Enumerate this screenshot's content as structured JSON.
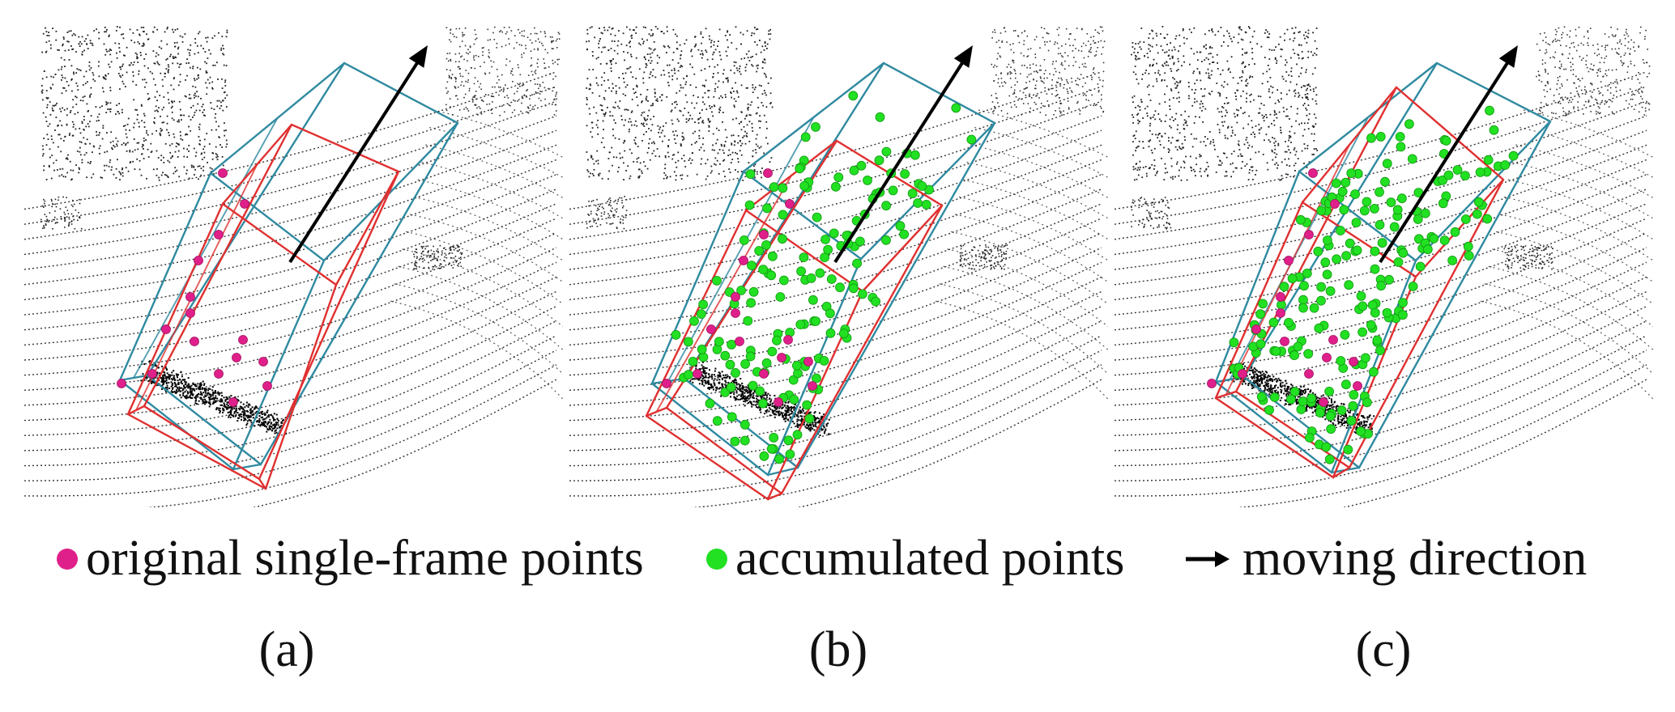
{
  "legend": {
    "original": {
      "label": "original single-frame points",
      "color": "#e0208a"
    },
    "accumulated": {
      "label": "accumulated points",
      "color": "#22e022"
    },
    "direction": {
      "label": "moving direction",
      "color": "#000000"
    }
  },
  "panels": [
    {
      "id": "a",
      "caption": "(a)",
      "green_points": 0
    },
    {
      "id": "b",
      "caption": "(b)",
      "green_points": 160
    },
    {
      "id": "c",
      "caption": "(c)",
      "green_points": 190
    }
  ],
  "colors": {
    "pred_box": "#e03030",
    "gt_box": "#2f8aa0",
    "lidar": "#111111"
  }
}
